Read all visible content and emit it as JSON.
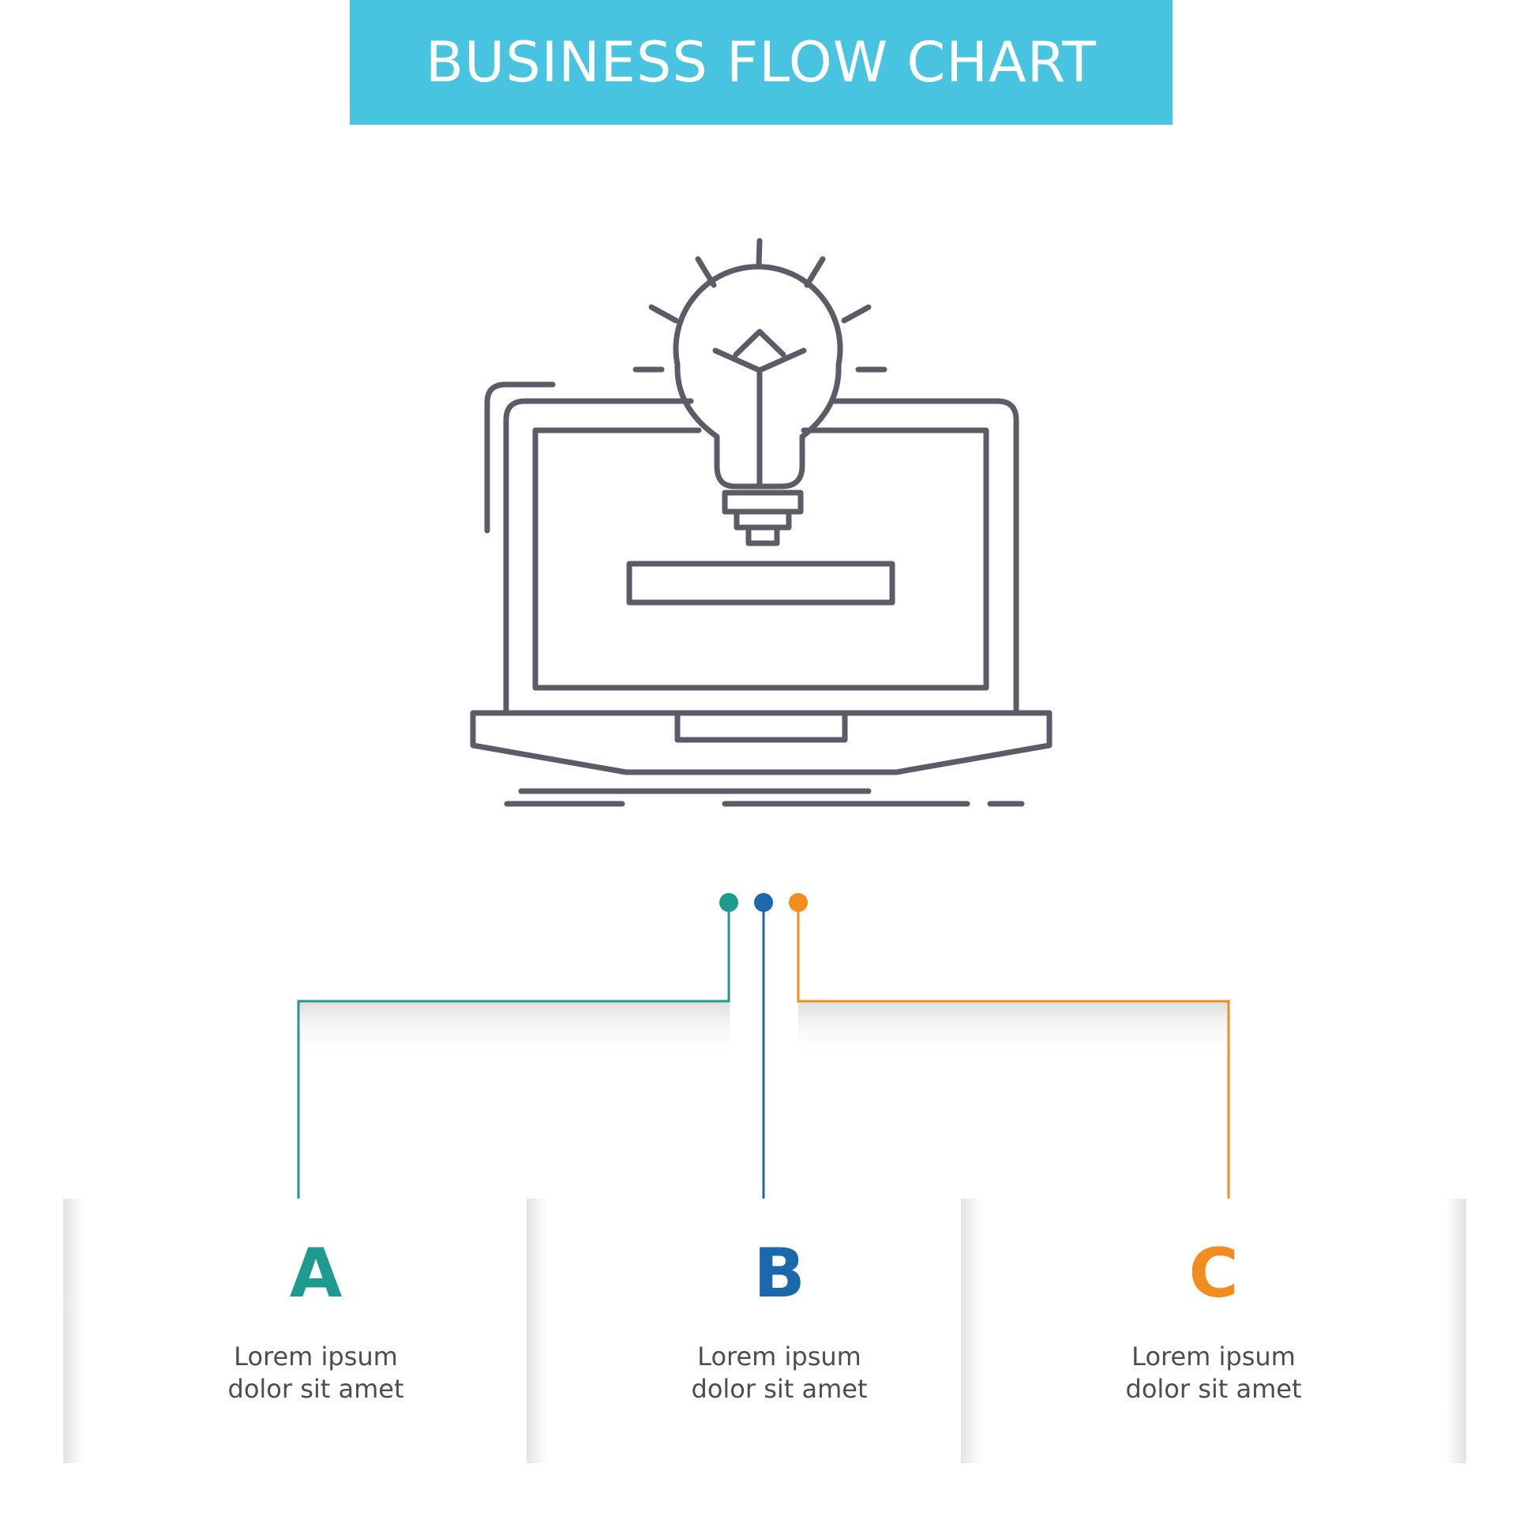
{
  "title": "BUSINESS FLOW CHART",
  "colors": {
    "banner": "#48c3e0",
    "icon_stroke": "#5e5b66",
    "text": "#4e4b58",
    "teal": "#1f9a8e",
    "blue": "#1b68ad",
    "orange": "#f28c1e"
  },
  "hero_icon": "laptop-lightbulb-icon",
  "steps": [
    {
      "letter": "A",
      "line1": "Lorem ipsum",
      "line2": "dolor sit amet",
      "color": "teal"
    },
    {
      "letter": "B",
      "line1": "Lorem ipsum",
      "line2": "dolor sit amet",
      "color": "blue"
    },
    {
      "letter": "C",
      "line1": "Lorem ipsum",
      "line2": "dolor sit amet",
      "color": "orange"
    }
  ]
}
